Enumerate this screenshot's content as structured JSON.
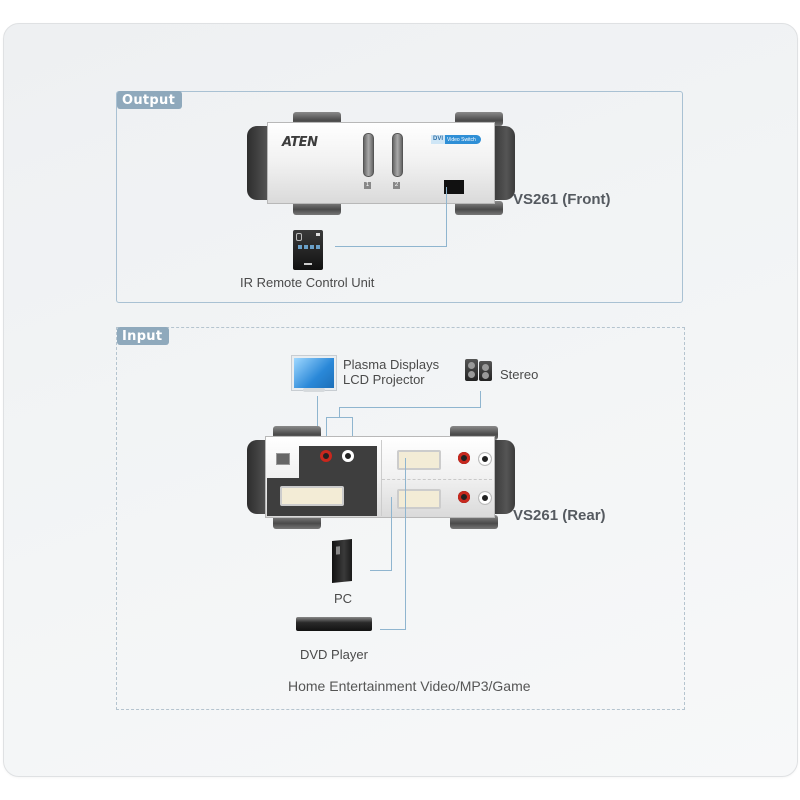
{
  "sections": {
    "output": {
      "tag": "Output",
      "device_label": "VS261 (Front)",
      "remote_label": "IR Remote Control Unit",
      "front": {
        "brand": "ATEN",
        "port_buttons": [
          "1",
          "2"
        ],
        "badge_left": "DVI",
        "badge_right": "Video Switch"
      }
    },
    "input": {
      "tag": "Input",
      "device_label": "VS261 (Rear)",
      "display_label_line1": "Plasma Displays",
      "display_label_line2": "LCD Projector",
      "stereo_label": "Stereo",
      "pc_label": "PC",
      "dvd_label": "DVD Player",
      "caption": "Home Entertainment Video/MP3/Game"
    }
  },
  "colors": {
    "tag_bg": "#8fa9bc",
    "wire": "#8fb5cf",
    "audio_red": "#c8281e",
    "dvi_badge": "#2f8fd6"
  }
}
